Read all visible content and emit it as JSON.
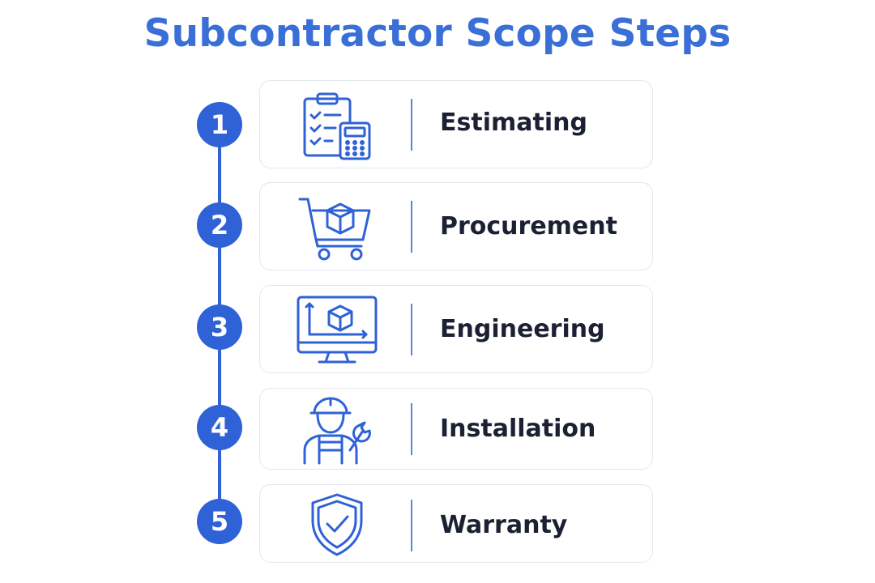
{
  "title": "Subcontractor Scope Steps",
  "accent_color": "#2f62d6",
  "steps": [
    {
      "number": "1",
      "label": "Estimating",
      "icon": "clipboard-calculator-icon"
    },
    {
      "number": "2",
      "label": "Procurement",
      "icon": "shopping-cart-box-icon"
    },
    {
      "number": "3",
      "label": "Engineering",
      "icon": "monitor-3d-design-icon"
    },
    {
      "number": "4",
      "label": "Installation",
      "icon": "worker-wrench-icon"
    },
    {
      "number": "5",
      "label": "Warranty",
      "icon": "shield-check-icon"
    }
  ]
}
